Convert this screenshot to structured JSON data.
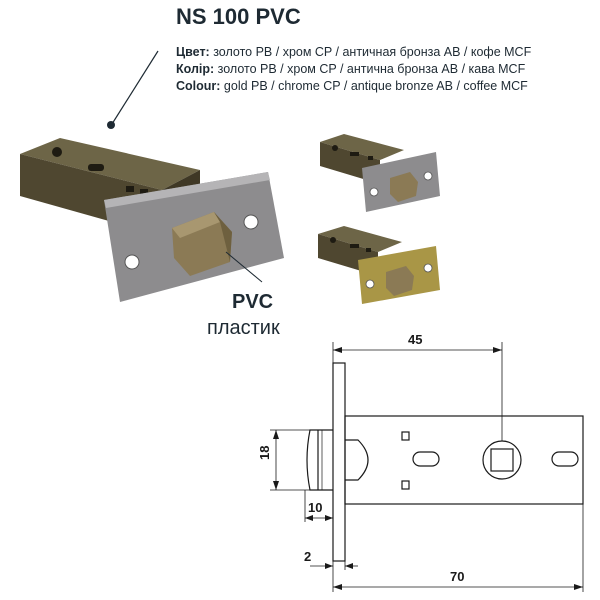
{
  "product": {
    "title": "NS 100 PVC"
  },
  "specs": [
    {
      "label": "Цвет:",
      "value": " золото PB / хром CP / античная бронза AB / кофе MCF"
    },
    {
      "label": "Колір:",
      "value": " золото PB / хром CP / антична бронза AB / кава MCF"
    },
    {
      "label": "Colour:",
      "value": " gold PB / chrome CP / antique bronze AB / coffee MCF"
    }
  ],
  "material": {
    "title": "PVC",
    "subtitle": "пластик"
  },
  "dimensions": {
    "d45": "45",
    "d18": "18",
    "d10": "10",
    "d2": "2",
    "d70": "70"
  },
  "colors": {
    "text": "#1e2a33",
    "bronze": "#5b5338",
    "chrome": "#8d8c8e",
    "latch": "#8b7a55",
    "gold": "#a99646"
  }
}
